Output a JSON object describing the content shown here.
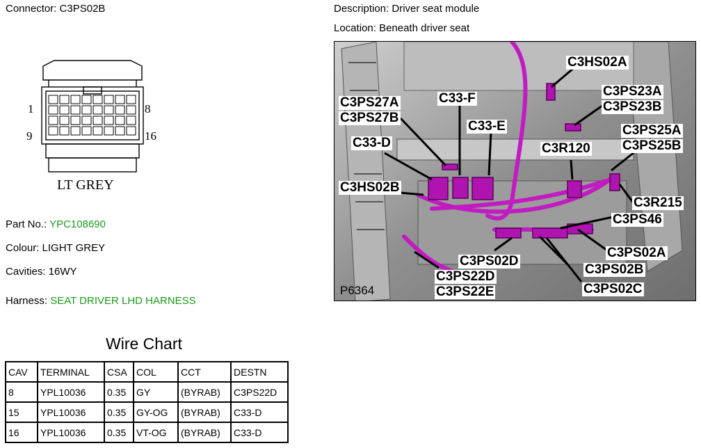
{
  "connector": {
    "label": "Connector:",
    "code": "C3PS02B",
    "pin_labels": [
      "1",
      "8",
      "9",
      "16"
    ],
    "drawing_caption": "LT GREY"
  },
  "description": {
    "label": "Description:",
    "value": "Driver seat module"
  },
  "location": {
    "label": "Location:",
    "value": "Beneath driver seat"
  },
  "part_no": {
    "label": "Part No.:",
    "value": "YPC108690"
  },
  "colour": {
    "label": "Colour:",
    "value": "LIGHT GREY"
  },
  "cavities": {
    "label": "Cavities:",
    "value": "16WY"
  },
  "harness": {
    "label": "Harness:",
    "value": "SEAT DRIVER LHD HARNESS"
  },
  "photo": {
    "id": "P6364",
    "labels": [
      "C3HS02A",
      "C3PS23A",
      "C3PS23B",
      "C3PS27A",
      "C3PS27B",
      "C33-F",
      "C33-E",
      "C3PS25A",
      "C3PS25B",
      "C33-D",
      "C3R120",
      "C3HS02B",
      "C3R215",
      "C3PS46",
      "C3PS02A",
      "C3PS02D",
      "C3PS02B",
      "C3PS22D",
      "C3PS22E",
      "C3PS02C"
    ]
  },
  "wire_chart": {
    "title": "Wire Chart",
    "columns": [
      "CAV",
      "TERMINAL",
      "CSA",
      "COL",
      "CCT",
      "DESTN"
    ],
    "rows": [
      [
        "8",
        "YPL10036",
        "0.35",
        "GY",
        "(BYRAB)",
        "C3PS22D"
      ],
      [
        "15",
        "YPL10036",
        "0.35",
        "GY-OG",
        "(BYRAB)",
        "C33-D"
      ],
      [
        "16",
        "YPL10036",
        "0.35",
        "VT-OG",
        "(BYRAB)",
        "C33-D"
      ]
    ]
  },
  "colors": {
    "link_green": "#1a9a1a",
    "harness_magenta": "#c21bc2"
  },
  "icons": [
    "connector-drawing-icon",
    "seat-photo-icon"
  ]
}
